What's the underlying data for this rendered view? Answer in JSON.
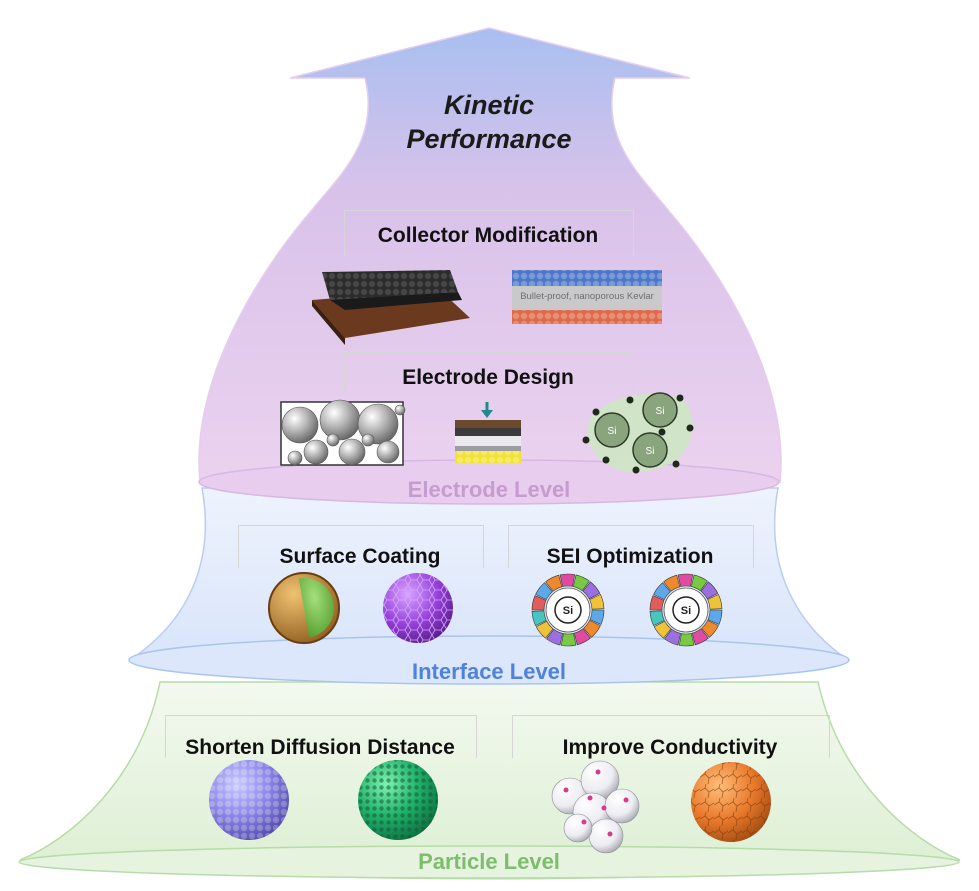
{
  "title": {
    "line1": "Kinetic",
    "line2": "Performance"
  },
  "electrode": {
    "level_label": "Electrode Level",
    "color": "#c69bd0",
    "collector": {
      "title": "Collector Modification",
      "kevlar_caption": "Bullet-proof, nanoporous Kevlar"
    },
    "design": {
      "title": "Electrode Design",
      "si_label": "Si"
    }
  },
  "interface": {
    "level_label": "Interface Level",
    "color": "#4f82d9",
    "coating": {
      "title": "Surface Coating"
    },
    "sei": {
      "title": "SEI Optimization",
      "si_label": "Si"
    }
  },
  "particle": {
    "level_label": "Particle Level",
    "color": "#7dbd6d",
    "diffusion": {
      "title": "Shorten Diffusion Distance"
    },
    "conductivity": {
      "title": "Improve Conductivity"
    }
  }
}
